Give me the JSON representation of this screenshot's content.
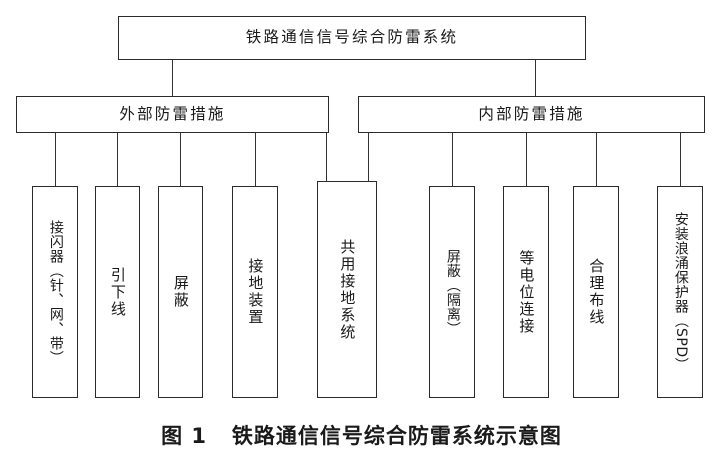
{
  "figure": {
    "caption": "图 1   铁路通信信号综合防雷系统示意图",
    "type": "hierarchy-tree-diagram"
  },
  "diagram": {
    "root": {
      "label": "铁路通信信号综合防雷系统"
    },
    "branches": [
      {
        "id": "external",
        "label": "外部防雷措施"
      },
      {
        "id": "internal",
        "label": "内部防雷措施"
      }
    ],
    "leaves": [
      {
        "id": "leaf-1",
        "label": "接闪器（针、网、带）",
        "parent": "external"
      },
      {
        "id": "leaf-2",
        "label": "引下线",
        "parent": "external"
      },
      {
        "id": "leaf-3",
        "label": "屏蔽",
        "parent": "external"
      },
      {
        "id": "leaf-4",
        "label": "接地装置",
        "parent": "external"
      },
      {
        "id": "leaf-5",
        "label": "共用接地系统",
        "parent": "external,internal"
      },
      {
        "id": "leaf-6",
        "label": "屏蔽（隔离）",
        "parent": "internal"
      },
      {
        "id": "leaf-7",
        "label": "等电位连接",
        "parent": "internal"
      },
      {
        "id": "leaf-8",
        "label": "合理布线",
        "parent": "internal"
      },
      {
        "id": "leaf-9",
        "label": "安装浪涌保护器（SPD）",
        "parent": "internal"
      }
    ]
  },
  "colors": {
    "line": "#2b2b2b",
    "background": "#ffffff",
    "text": "#1a1a1a"
  }
}
